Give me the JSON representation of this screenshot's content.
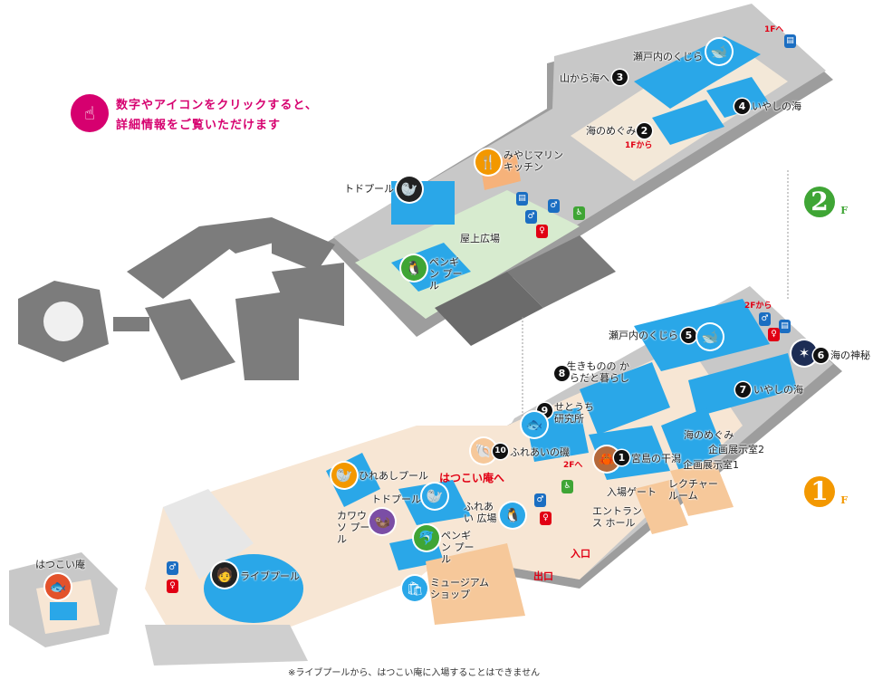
{
  "instruction": {
    "line1": "数字やアイコンをクリックすると、",
    "line2": "詳細情報をご覧いただけます",
    "color": "#d6006f"
  },
  "floors": {
    "second": {
      "label": "2",
      "suffix": "F",
      "color": "#3fa535"
    },
    "first": {
      "label": "1",
      "suffix": "F",
      "color": "#f39800"
    }
  },
  "exhibits_2f": [
    {
      "number": "3",
      "name": "山から海へ"
    },
    {
      "number": "",
      "name": "瀬戸内のくじら"
    },
    {
      "number": "2",
      "name": "海のめぐみ"
    },
    {
      "number": "4",
      "name": "いやしの海"
    }
  ],
  "places_2f": {
    "restaurant": "みやじマリン キッチン",
    "todo_pool": "トドプール",
    "penguin_pool": "ペンギン プール",
    "rooftop": "屋上広場"
  },
  "exhibits_1f": [
    {
      "number": "5",
      "name": "瀬戸内のくじら"
    },
    {
      "number": "6",
      "name": "海の神秘"
    },
    {
      "number": "8",
      "name": "生きものの からだと暮らし"
    },
    {
      "number": "7",
      "name": "いやしの海"
    },
    {
      "number": "9",
      "name": "せとうち 研究所"
    },
    {
      "number": "10",
      "name": "ふれあいの磯"
    },
    {
      "number": "1",
      "name": "宮島の干潟"
    }
  ],
  "places_1f": {
    "megumi": "海のめぐみ",
    "planning1": "企画展示室1",
    "planning2": "企画展示室2",
    "lecture": "レクチャー ルーム",
    "entrance_gate": "入場ゲート",
    "entrance_hall": "エントランス ホール",
    "exit": "出口",
    "entrance": "入口",
    "hatsukoian_route": "はつこい庵へ",
    "hirea_pool": "ひれあしプール",
    "todo_pool": "トドプール",
    "otter_pool": "カワウソ プール",
    "touch_plaza": "ふれあい 広場",
    "penguin_pool": "ペンギン プール",
    "museum_shop": "ミュージアム ショップ",
    "live_pool": "ライブプール",
    "hatsukoian": "はつこい庵"
  },
  "stairs": {
    "to_1f": "1Fへ",
    "from_1f": "1Fから",
    "to_2f": "2Fへ",
    "from_2f": "2Fから"
  },
  "footnote": "※ライブプールから、はつこい庵に入場することはできません",
  "colors": {
    "building": "#9d9d9d",
    "building_top": "#c8c8c8",
    "floor": "#f7e6d4",
    "tank": "#2aa7e8",
    "grass": "#d7ebcf",
    "accent_red": "#e10014"
  }
}
